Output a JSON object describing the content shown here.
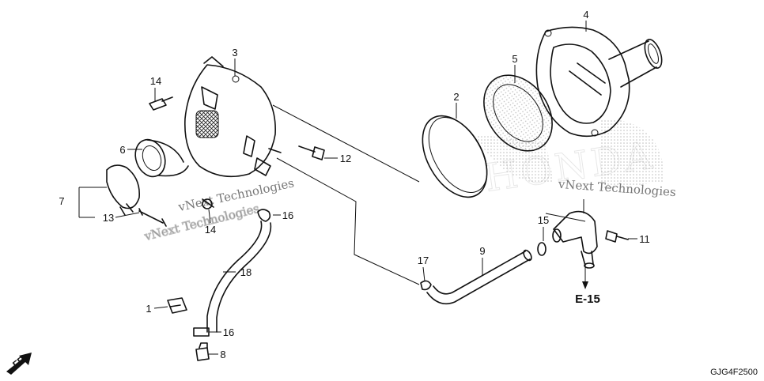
{
  "callouts": {
    "c1": "1",
    "c2": "2",
    "c3": "3",
    "c4": "4",
    "c5": "5",
    "c6": "6",
    "c7": "7",
    "c8": "8",
    "c9": "9",
    "c11": "11",
    "c12": "12",
    "c13": "13",
    "c14a": "14",
    "c14b": "14",
    "c15": "15",
    "c16a": "16",
    "c16b": "16",
    "c17": "17",
    "c18": "18"
  },
  "reference": "E-15",
  "front_arrow": "FR.",
  "diagram_code": "GJG4F2500",
  "watermarks": {
    "w1": "vNext Technologies",
    "w2": "vNext Technologies",
    "w3": "HONDA",
    "w4": "vNext Technologies"
  }
}
